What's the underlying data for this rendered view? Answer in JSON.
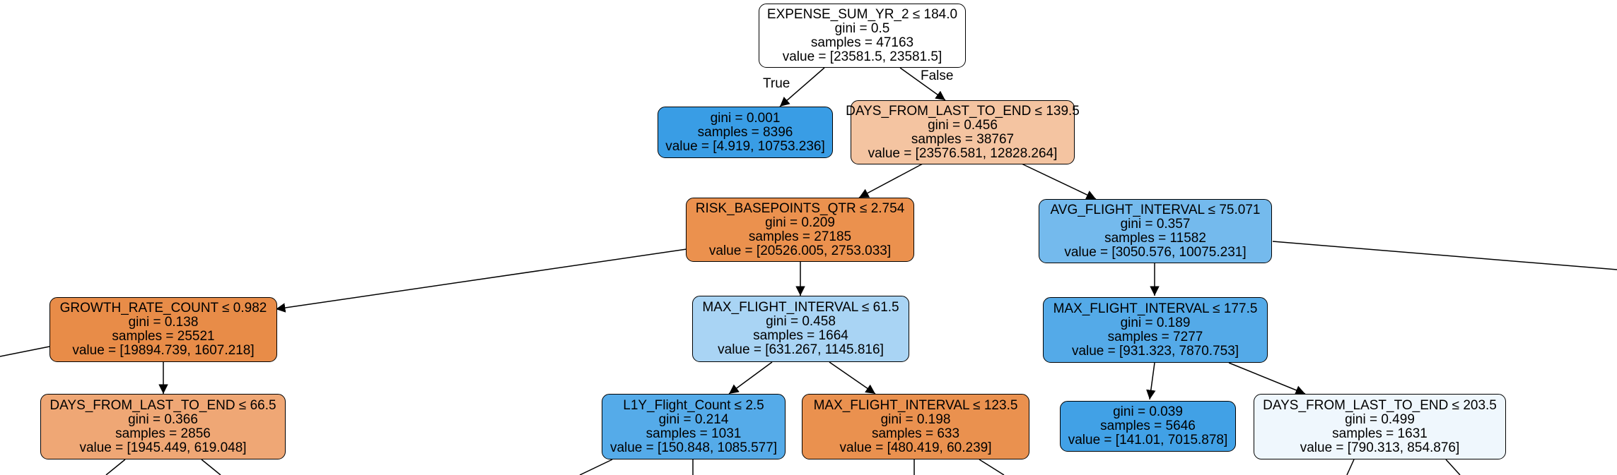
{
  "edge_labels": {
    "true": "True",
    "false": "False"
  },
  "nodes": {
    "root": {
      "fill": "#ffffff",
      "lines": [
        "EXPENSE_SUM_YR_2 ≤ 184.0",
        "gini = 0.5",
        "samples = 47163",
        "value = [23581.5, 23581.5]"
      ]
    },
    "n1": {
      "fill": "#399de5",
      "lines": [
        "gini = 0.001",
        "samples = 8396",
        "value = [4.919, 10753.236]"
      ]
    },
    "n2": {
      "fill": "#f4c4a1",
      "lines": [
        "DAYS_FROM_LAST_TO_END ≤ 139.5",
        "gini = 0.456",
        "samples = 38767",
        "value = [23576.581, 12828.264]"
      ]
    },
    "n3": {
      "fill": "#eb914e",
      "lines": [
        "RISK_BASEPOINTS_QTR ≤ 2.754",
        "gini = 0.209",
        "samples = 27185",
        "value = [20526.005, 2753.033]"
      ]
    },
    "n4": {
      "fill": "#74baed",
      "lines": [
        "AVG_FLIGHT_INTERVAL ≤ 75.071",
        "gini = 0.357",
        "samples = 11582",
        "value = [3050.576, 10075.231]"
      ]
    },
    "n5": {
      "fill": "#e88c48",
      "lines": [
        "GROWTH_RATE_COUNT ≤ 0.982",
        "gini = 0.138",
        "samples = 25521",
        "value = [19894.739, 1607.218]"
      ]
    },
    "n6": {
      "fill": "#a9d4f4",
      "lines": [
        "MAX_FLIGHT_INTERVAL ≤ 61.5",
        "gini = 0.458",
        "samples = 1664",
        "value = [631.267, 1145.816]"
      ]
    },
    "n7": {
      "fill": "#54aae8",
      "lines": [
        "MAX_FLIGHT_INTERVAL ≤ 177.5",
        "gini = 0.189",
        "samples = 7277",
        "value = [931.323, 7870.753]"
      ]
    },
    "n8": {
      "fill": "#efa775",
      "lines": [
        "DAYS_FROM_LAST_TO_END ≤ 66.5",
        "gini = 0.366",
        "samples = 2856",
        "value = [1945.449, 619.048]"
      ]
    },
    "n9": {
      "fill": "#55abe9",
      "lines": [
        "L1Y_Flight_Count ≤ 2.5",
        "gini = 0.214",
        "samples = 1031",
        "value = [150.848, 1085.577]"
      ]
    },
    "n10": {
      "fill": "#ea914f",
      "lines": [
        "MAX_FLIGHT_INTERVAL ≤ 123.5",
        "gini = 0.198",
        "samples = 633",
        "value = [480.419, 60.239]"
      ]
    },
    "n11": {
      "fill": "#41a1e6",
      "lines": [
        "gini = 0.039",
        "samples = 5646",
        "value = [141.01, 7015.878]"
      ]
    },
    "n12": {
      "fill": "#eff7fd",
      "lines": [
        "DAYS_FROM_LAST_TO_END ≤ 203.5",
        "gini = 0.499",
        "samples = 1631",
        "value = [790.313, 854.876]"
      ]
    }
  }
}
